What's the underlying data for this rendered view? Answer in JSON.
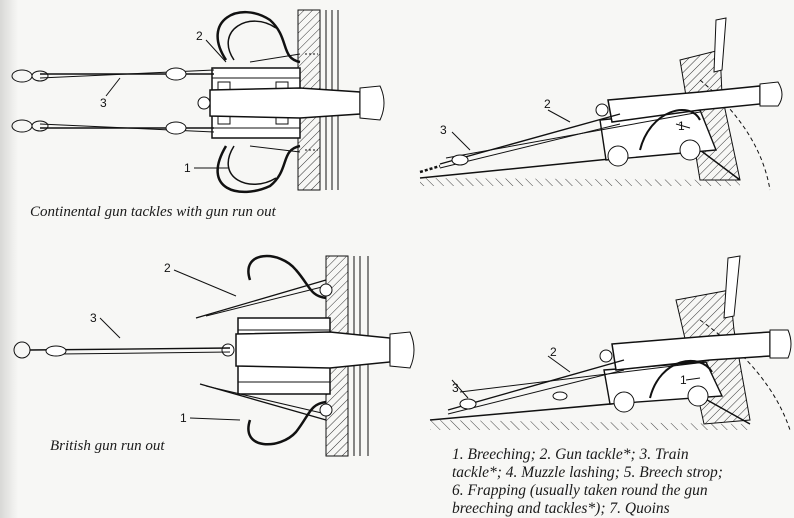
{
  "captions": {
    "continental": "Continental gun tackles with gun run out",
    "british": "British gun run out"
  },
  "legend": {
    "line1": "1. Breeching; 2. Gun tackle*; 3. Train",
    "line2": "tackle*; 4. Muzzle lashing; 5. Breech strop;",
    "line3": "6. Frapping (usually taken round the gun",
    "line4": "breeching and tackles*); 7. Quoins"
  },
  "labels": {
    "a1": "1",
    "a2": "2",
    "a3": "3",
    "b1": "1",
    "b2": "2",
    "b3": "3",
    "c1": "1",
    "c2": "2",
    "c3": "3",
    "d1": "1",
    "d2": "2",
    "d3": "3"
  }
}
